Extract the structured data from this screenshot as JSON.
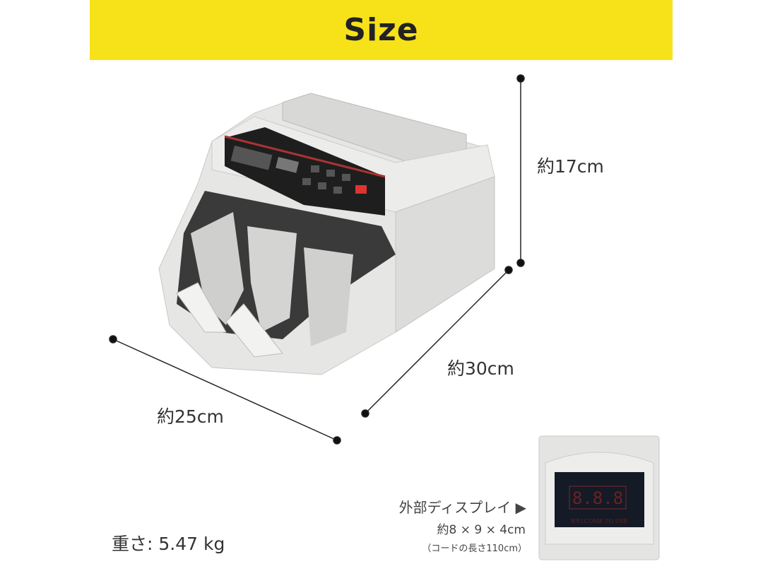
{
  "header": {
    "title": "Size",
    "background": "#f7e21a"
  },
  "dimensions": {
    "height": "約17cm",
    "depth": "約30cm",
    "width": "約25cm"
  },
  "weight": "重さ: 5.47 kg",
  "external_display": {
    "label": "外部ディスプレイ ▶",
    "size": "約8 × 9 × 4cm",
    "cord": "（コードの長さ110cm）",
    "screen_digits": "8.8.8",
    "screen_text": "WELCOME TO USE"
  }
}
